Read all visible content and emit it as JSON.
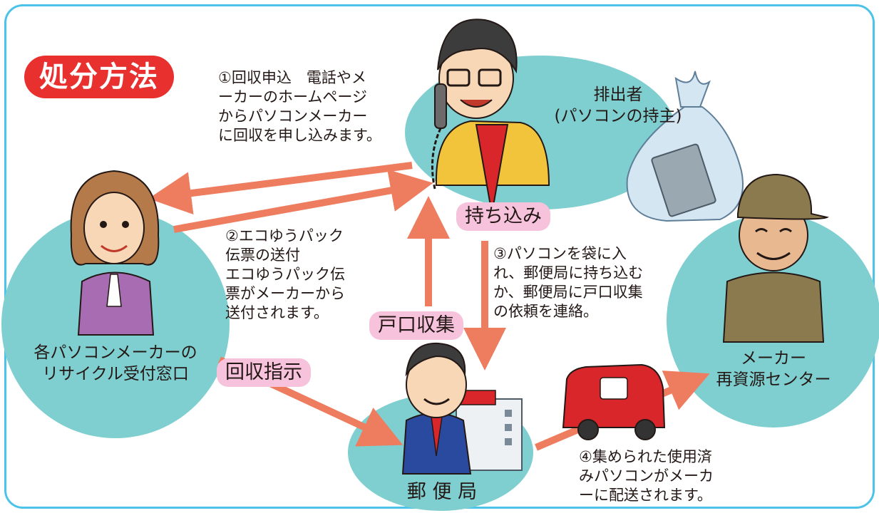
{
  "title": "処分方法",
  "nodes": {
    "owner": {
      "label": "排出者\n(パソコンの持主)"
    },
    "maker_desk": {
      "label": "各パソコンメーカーの\nリサイクル受付窓口"
    },
    "recycle_center": {
      "label": "メーカー\n再資源センター"
    },
    "post_office": {
      "label": "郵 便 局"
    }
  },
  "steps": {
    "step1": "①回収申込　電話やメ\nーカーのホームページ\nからパソコンメーカー\nに回収を申し込みます。",
    "step2": "②エコゆうパック\n伝票の送付\nエコゆうパック伝\n票がメーカーから\n送付されます。",
    "step3": "③パソコンを袋に入\nれ、郵便局に持ち込む\nか、郵便局に戸口収集\nの依頼を連絡。",
    "step4": "④集められた使用済\nみパソコンがメーカ\nーに配送されます。"
  },
  "tags": {
    "bring_in": "持ち込み",
    "door_pickup": "戸口収集",
    "collection_order": "回収指示"
  },
  "colors": {
    "frame": "#4cc3e8",
    "circle": "#7fcfd0",
    "arrow": "#ee7d5f",
    "title_bg": "#e8302f",
    "tag_bg": "#f6c2dc"
  }
}
